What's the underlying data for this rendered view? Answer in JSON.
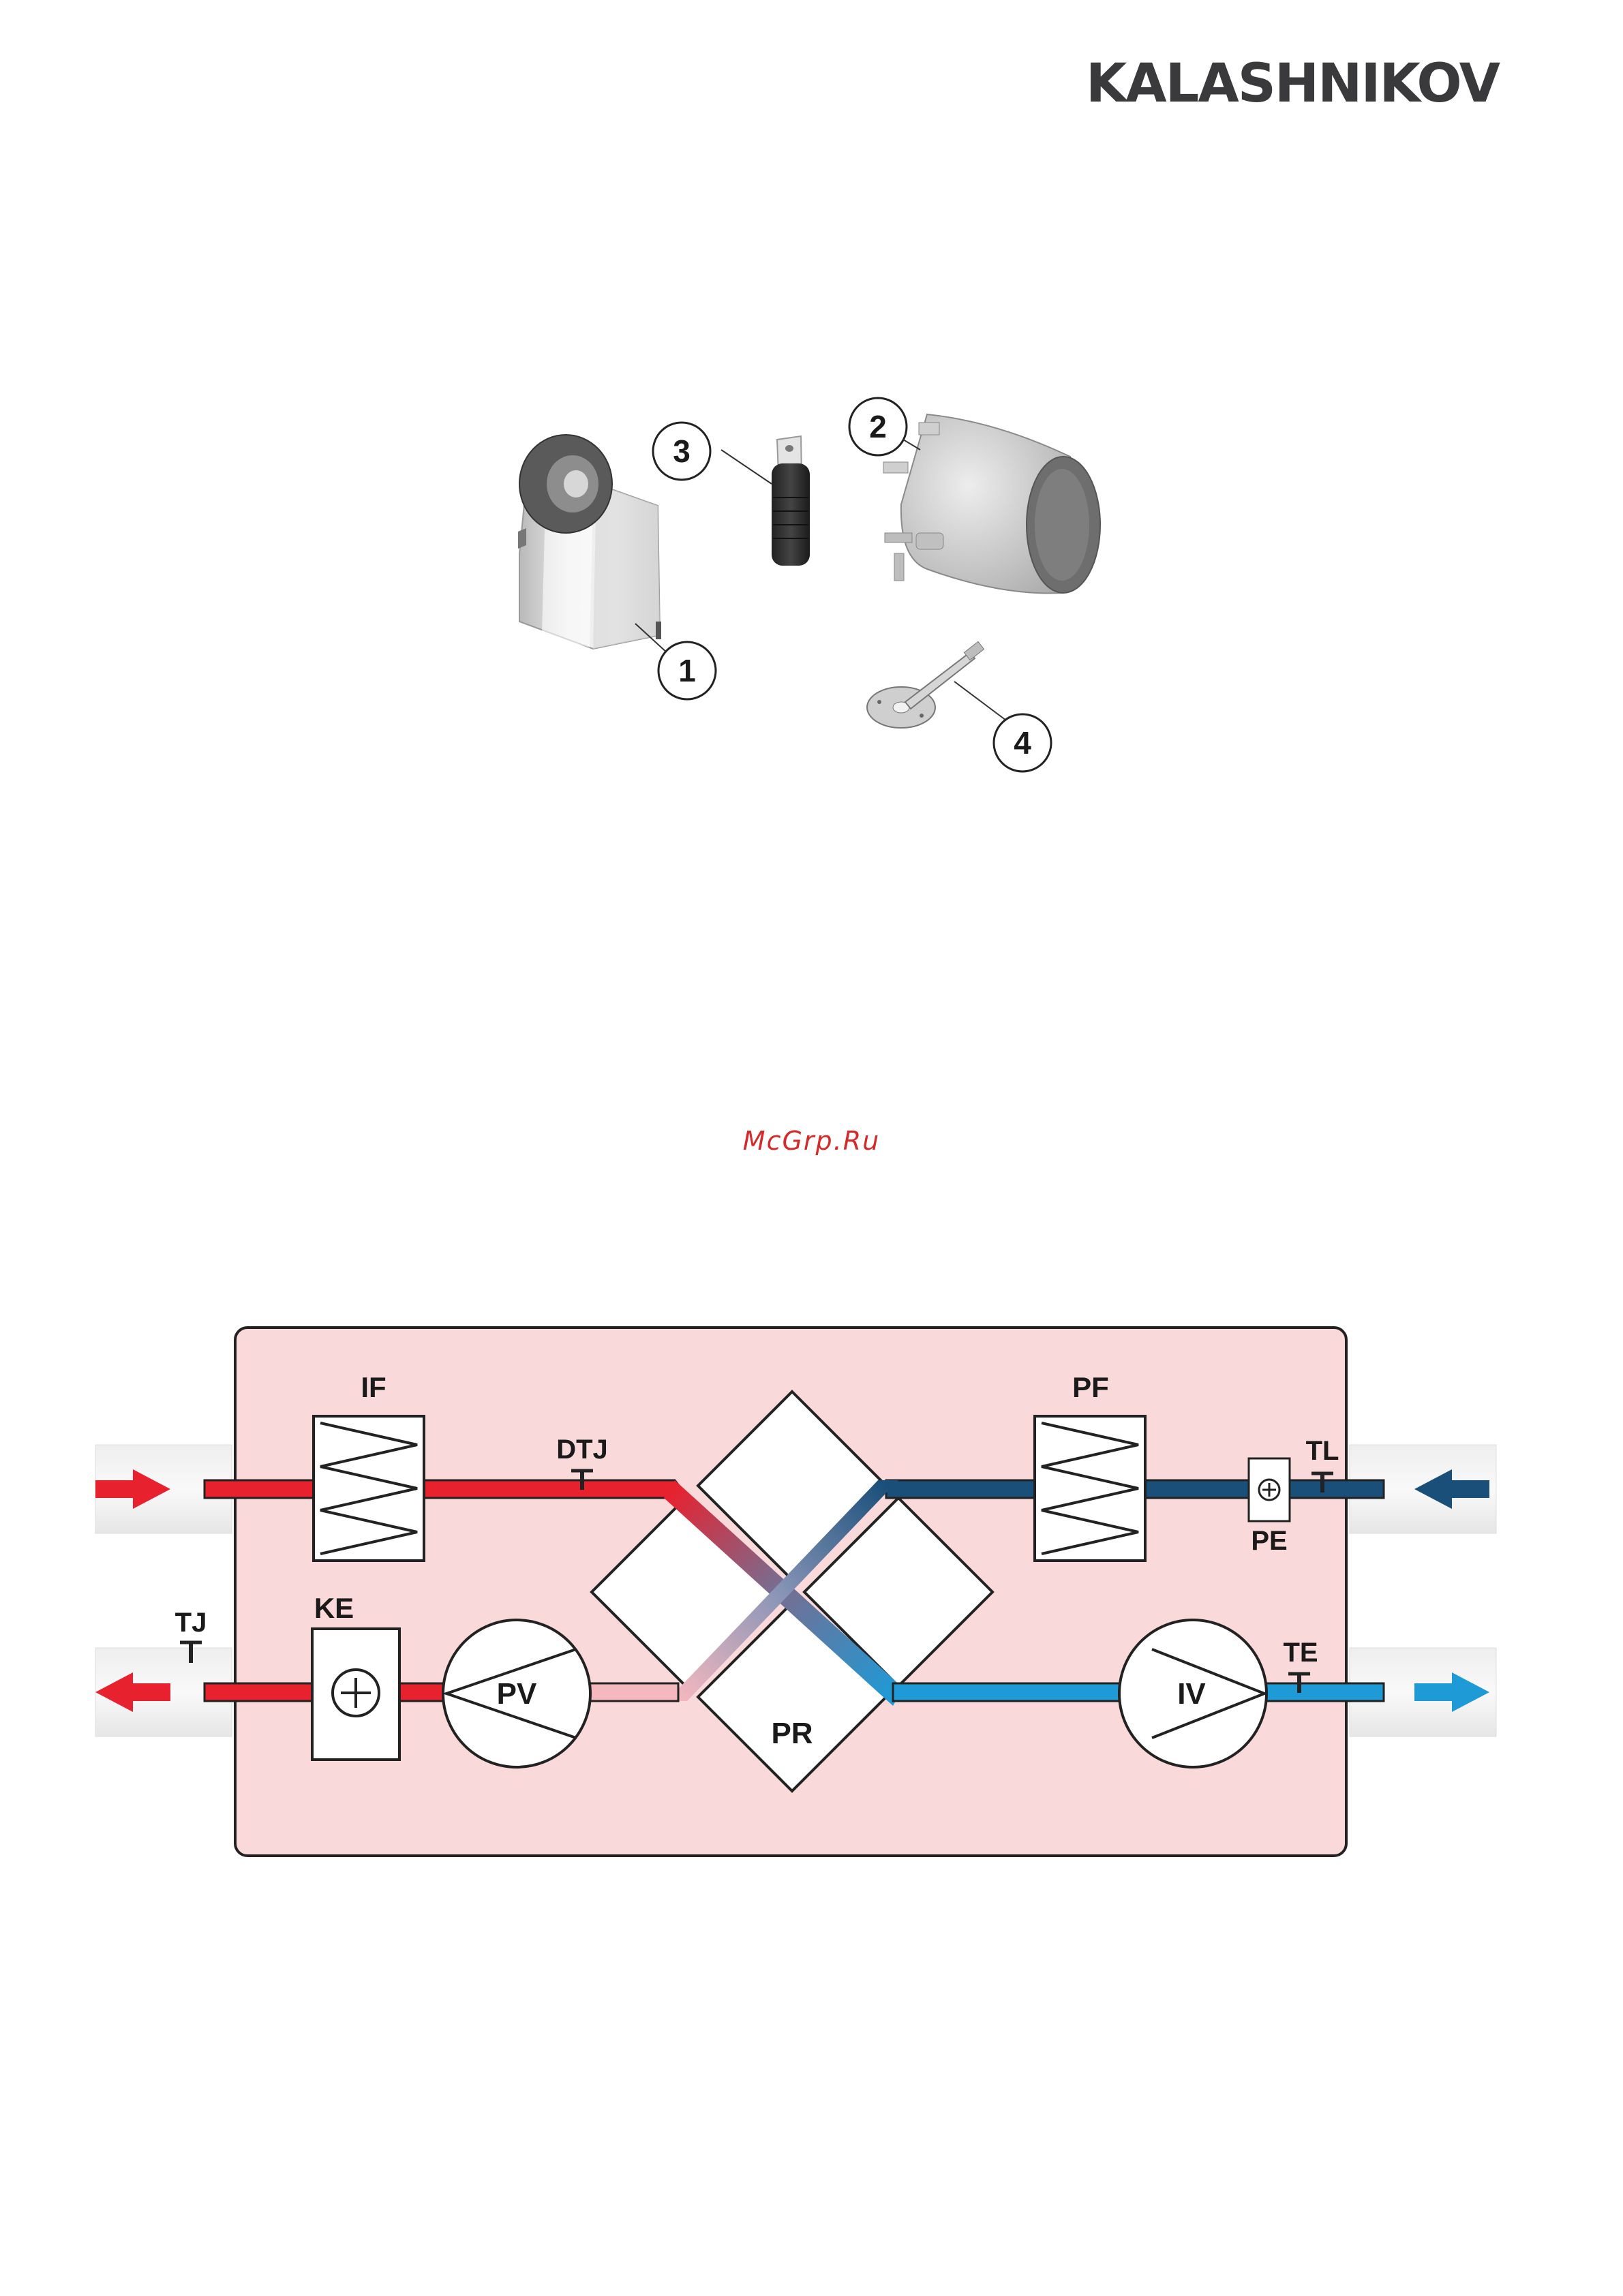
{
  "header": {
    "brand": "KALASHNIKOV"
  },
  "components": {
    "callouts": [
      "1",
      "2",
      "3",
      "4"
    ],
    "icons": [
      "damper-actuator-icon",
      "pressure-switch-icon",
      "mounting-bracket-icon",
      "sensor-probe-icon"
    ]
  },
  "watermark": "McGrp.Ru",
  "schematic": {
    "colors": {
      "enclosure": "#f9d9d9",
      "warm_duct": "#e8212e",
      "dark_blue_duct": "#1a4f7a",
      "light_blue_duct": "#1e9ad6",
      "exhaust_pale": "#f5b8bf"
    },
    "labels": {
      "inlet_filter": "IF",
      "supply_sensor": "DTJ",
      "exchanger": "PR",
      "outdoor_filter": "PF",
      "outdoor_temp": "TL",
      "preheater": "PE",
      "exhaust_temp": "TJ",
      "reheater": "KE",
      "exhaust_fan": "PV",
      "supply_fan": "IV",
      "supply_temp": "TE"
    }
  }
}
